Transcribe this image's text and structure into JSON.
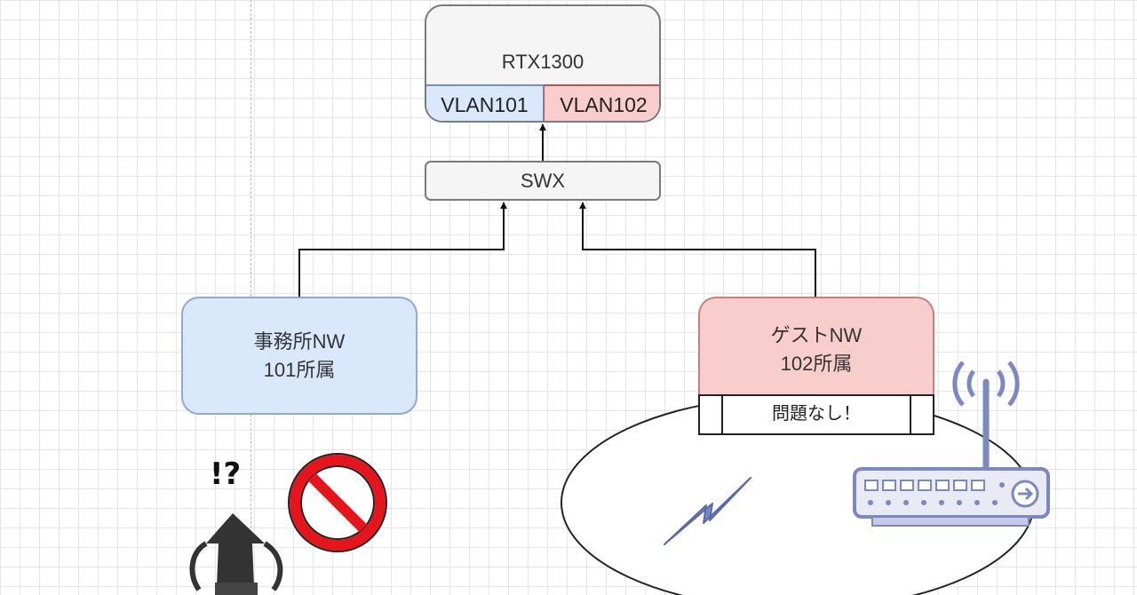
{
  "router": {
    "title": "RTX1300",
    "vlan101": "VLAN101",
    "vlan102": "VLAN102"
  },
  "switch": {
    "label": "SWX"
  },
  "office_network": {
    "line1": "事務所NW",
    "line2": "101所属"
  },
  "guest_network": {
    "line1": "ゲストNW",
    "line2": "102所属",
    "note": "問題なし！"
  },
  "surprise_mark": "!?",
  "icons": {
    "prohibited": "prohibited-icon",
    "wireless": "wireless-signal-icon",
    "access_point": "wireless-router-icon",
    "person": "person-icon"
  },
  "colors": {
    "vlan101_fill": "#dae8fc",
    "vlan102_fill": "#f8cecc",
    "node_fill": "#f5f5f5",
    "prohibited_red": "#e8141c",
    "router_icon": "#7b89c2"
  }
}
